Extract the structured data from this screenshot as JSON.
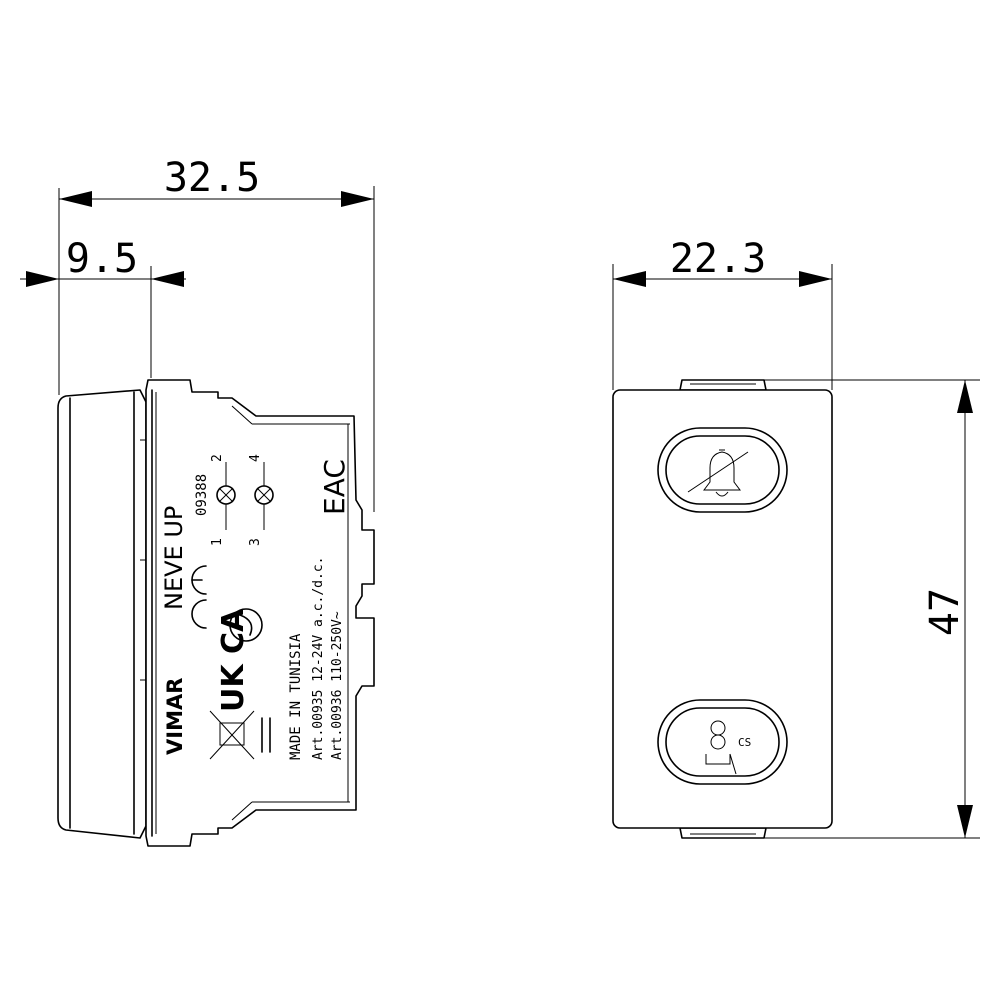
{
  "dimensions": {
    "overall_depth": "32.5",
    "front_depth": "9.5",
    "width": "22.3",
    "height": "47"
  },
  "side_label": {
    "brand": "VIMAR",
    "series": "NEVE UP",
    "code": "09388",
    "terminals": [
      "1",
      "2",
      "3",
      "4"
    ],
    "made_in": "MADE IN TUNISIA",
    "art_1": "Art.00935  12-24V a.c./d.c.",
    "art_2": "Art.00936  110-250V~",
    "marks": [
      "CE",
      "UK CA",
      "EAC"
    ]
  },
  "front_buttons": [
    {
      "icon": "bell-crossed-icon"
    },
    {
      "icon": "cleaning-service-icon",
      "suffix": "CS"
    }
  ],
  "colors": {
    "line": "#000000",
    "background": "#ffffff"
  }
}
